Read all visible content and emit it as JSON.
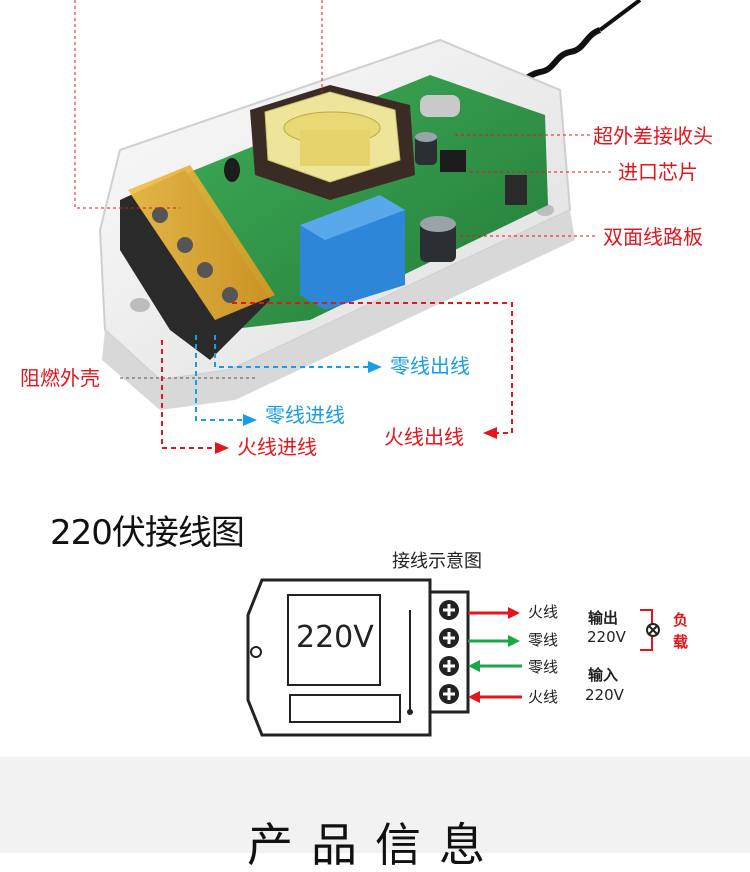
{
  "photo_labels": {
    "receiver_head": "超外差接收头",
    "import_chip": "进口芯片",
    "double_board": "双面线路板",
    "flame_shell": "阻燃外壳",
    "neutral_out": "零线出线",
    "neutral_in": "零线进线",
    "live_in": "火线进线",
    "live_out": "火线出线"
  },
  "wiring": {
    "heading": "220伏接线图",
    "diagram_title": "接线示意图",
    "box_voltage": "220V",
    "wire_labels": [
      "火线",
      "零线",
      "零线",
      "火线"
    ],
    "output_label": "输出",
    "output_voltage": "220V",
    "input_label": "输入",
    "input_voltage": "220V",
    "load_label_1": "负",
    "load_label_2": "载"
  },
  "footer": {
    "title": "产品信息"
  },
  "colors": {
    "red": "#e3161d",
    "blue": "#1a9ee3",
    "green": "#1aa64b",
    "pcb": "#2f9a4a",
    "amber": "#e8b23a"
  }
}
